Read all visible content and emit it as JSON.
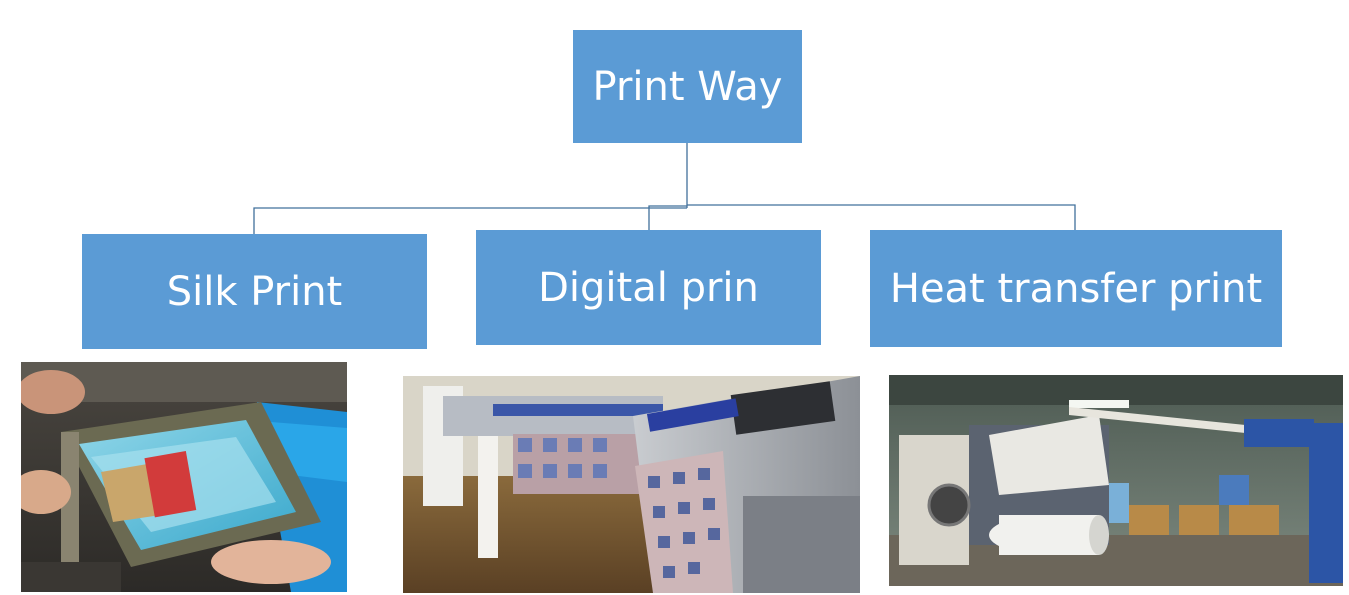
{
  "diagram": {
    "root": {
      "label": "Print Way"
    },
    "children": [
      {
        "label": "Silk Print",
        "photo": "silk-screen-printing-photo"
      },
      {
        "label": "Digital prin",
        "photo": "digital-printer-photo"
      },
      {
        "label": "Heat transfer print",
        "photo": "heat-transfer-machine-photo"
      }
    ]
  },
  "colors": {
    "box_fill": "#5b9bd5",
    "box_text": "#ffffff",
    "connector": "#41719c",
    "background": "#ffffff"
  }
}
